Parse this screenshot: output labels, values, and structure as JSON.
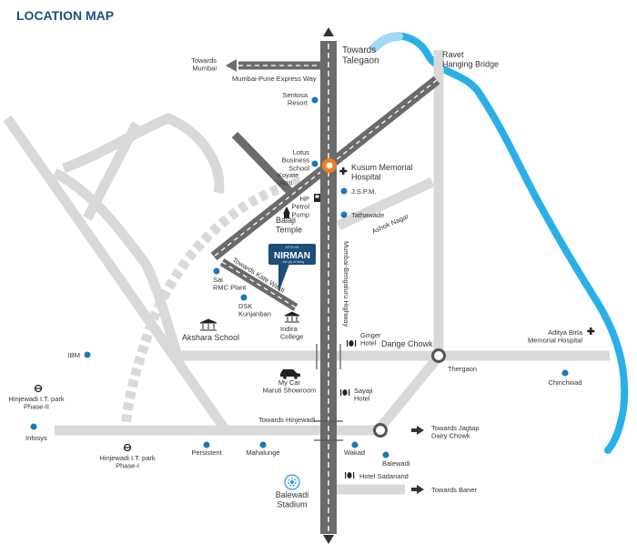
{
  "title": "LOCATION MAP",
  "colors": {
    "road": "#d9d9d9",
    "highway": "#6b6b6b",
    "highway_dash": "#ffffff",
    "river": "#2ab0e6",
    "marker": "#1f77b4",
    "accent": "#f47c20",
    "title": "#1f4f7a",
    "text": "#333333"
  },
  "labels": {
    "towards_talegaon": "Towards\nTalegaon",
    "ravet_bridge": "Ravet\nHanging Bridge",
    "towards_mumbai": "Towards\nMumbai",
    "expressway": "Mumbai-Pune Express Way",
    "sentosa": "Sentosa\nResort",
    "lotus": "Lotus\nBusiness\nSchool",
    "kusum": "Kusum Memorial\nHospital",
    "koyate": "Koyate\nVasti",
    "hp_pump": "HP\nPetrol\nPump",
    "jspm": "J.S.P.M.",
    "tathawade": "Tathawade",
    "balaji": "Balaji\nTemple",
    "ashok_nagar": "Ashok Nagar",
    "kate_wasti": "Towards Kate Wasti",
    "sai_rmc": "Sai\nRMC Plant",
    "dsk": "DSK\nKunjanban",
    "highway_name": "Mumbai-Bengaluru Highway",
    "akshara": "Akshara School",
    "indira": "Indira\nCollege",
    "ginger": "Ginger\nHotel",
    "dange_chowk": "Dange Chowk",
    "aditya": "Aditya Birla\nMemorial Hospital",
    "ibm": "IBM",
    "mycar": "My Car\nMaruti Showroom",
    "thergaon": "Thergaon",
    "chinchwad": "Chinchwad",
    "hinjewadi2": "Hinjewadi I.T. park\nPhase-II",
    "sayaji": "Sayaji\nHotel",
    "towards_hinjewadi": "Towards Hinjewadi",
    "infosys": "Infosys",
    "jagtap": "Towards Jagtap\nDairy Chowk",
    "hinjewadi1": "Hinjewadi I.T. park\nPhase-I",
    "persistent": "Persistent",
    "mahalunge": "Mahalunge",
    "wakad": "Wakad",
    "balewadi": "Balewadi",
    "sadanand": "Hotel Sadanand",
    "towards_baner": "Towards Baner",
    "stadium": "Balewadi\nStadium",
    "brand_top": "ATULYA",
    "brand": "NIRMAN",
    "brand_sub": "...the joy of living"
  }
}
